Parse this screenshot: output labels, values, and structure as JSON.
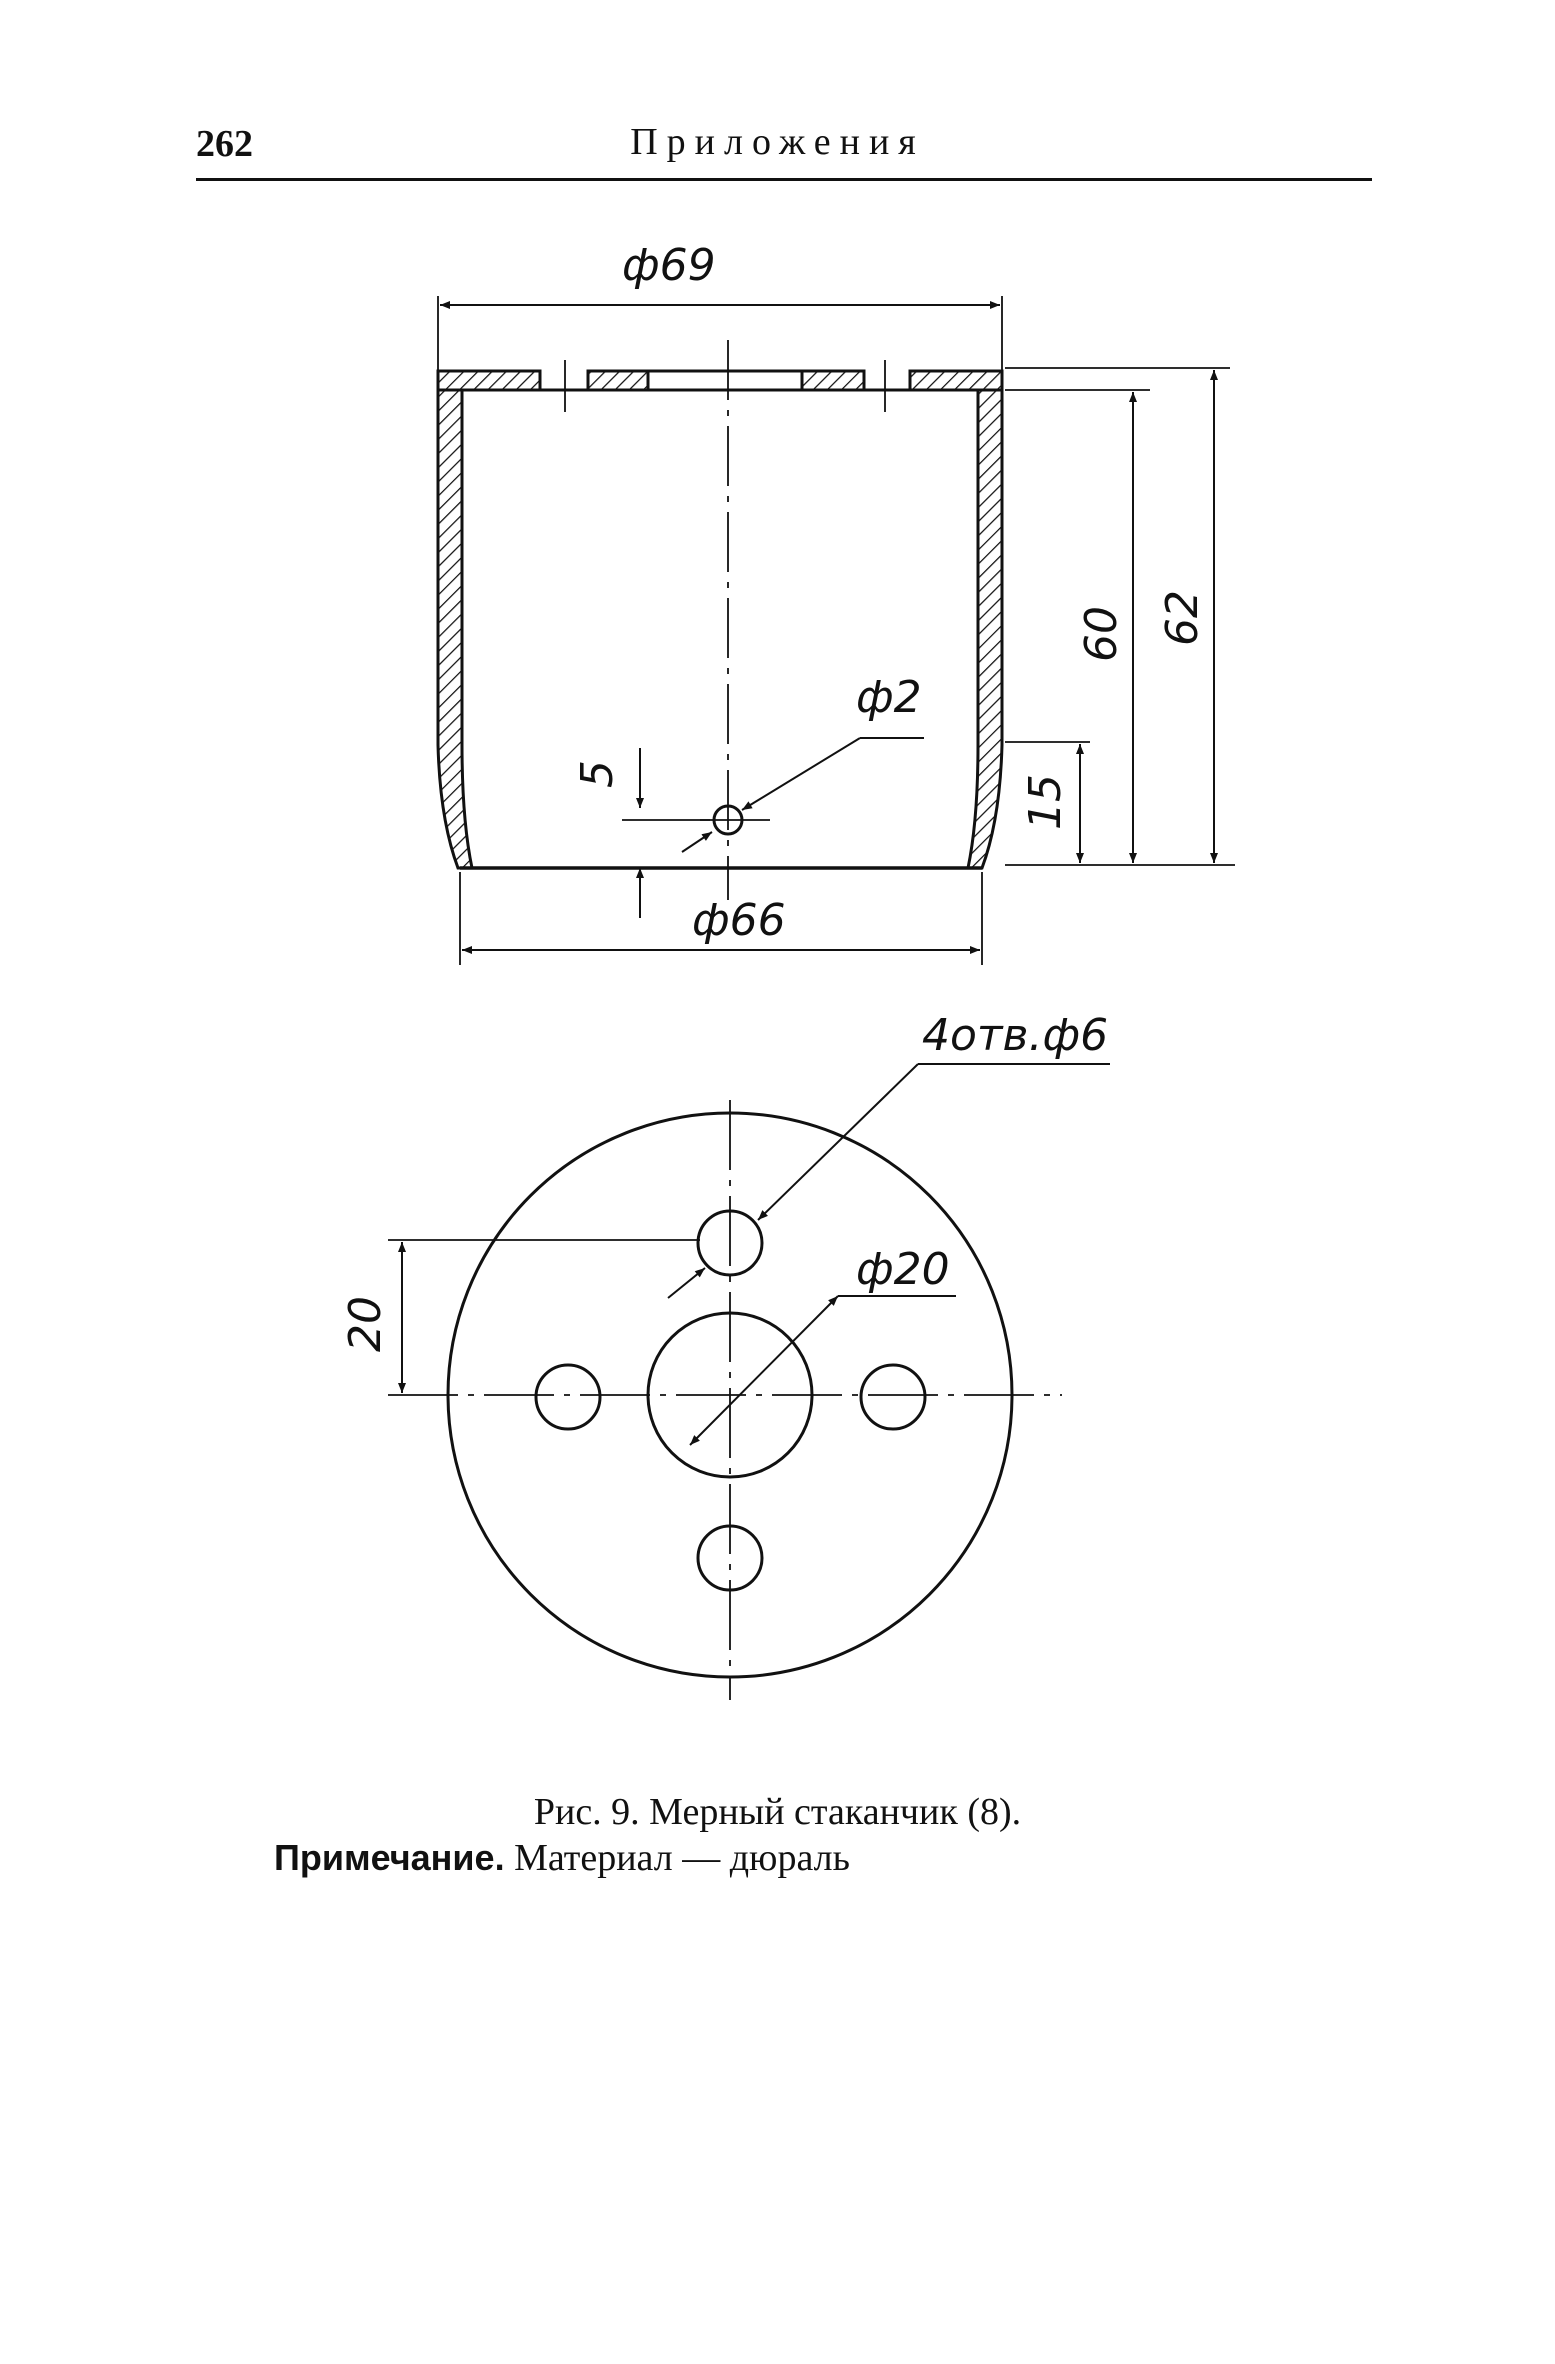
{
  "header": {
    "page_number": "262",
    "section_title": "Приложения"
  },
  "figure": {
    "dimensions": {
      "outer_diameter": "ф69",
      "bottom_diameter": "ф66",
      "hole_diameter": "ф2",
      "hole_offset": "5",
      "height_inner": "60",
      "height_outer": "62",
      "hole_height": "15",
      "holes_callout": "4отв.ф6",
      "center_hole_diameter": "ф20",
      "hole_spacing": "20"
    }
  },
  "caption": {
    "text": "Рис. 9. Мерный стаканчик (8).",
    "note_label": "Примечание.",
    "note_text": " Материал — дюраль"
  },
  "colors": {
    "ink": "#111111",
    "paper": "#ffffff"
  }
}
